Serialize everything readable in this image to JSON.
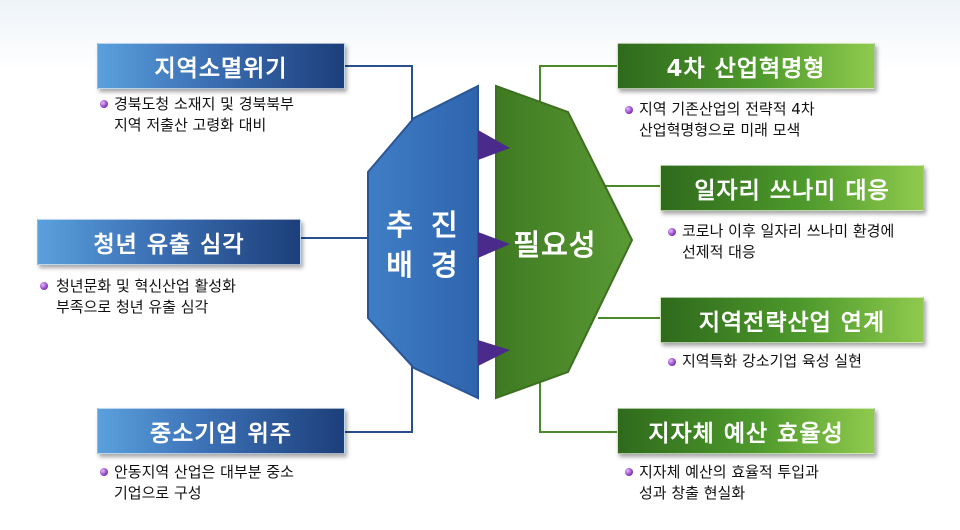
{
  "center": {
    "left_label_line1": "추 진",
    "left_label_line2": "배 경",
    "right_label": "필요성"
  },
  "left_items": [
    {
      "title": "지역소멸위기",
      "desc_line1": "경북도청 소재지 및 경북북부",
      "desc_line2": "지역 저출산 고령화 대비"
    },
    {
      "title": "청년 유출 심각",
      "desc_line1": "청년문화 및 혁신산업 활성화",
      "desc_line2": "부족으로 청년 유출 심각"
    },
    {
      "title": "중소기업 위주",
      "desc_line1": "안동지역 산업은 대부분 중소",
      "desc_line2": "기업으로 구성"
    }
  ],
  "right_items": [
    {
      "title": "4차 산업혁명형",
      "desc_line1": "지역 기존산업의 전략적 4차",
      "desc_line2": "산업혁명형으로 미래 모색"
    },
    {
      "title": "일자리 쓰나미 대응",
      "desc_line1": "코로나 이후 일자리 쓰나미 환경에",
      "desc_line2": "선제적 대응"
    },
    {
      "title": "지역전략산업 연계",
      "desc_line1": "지역특화 강소기업 육성 실현",
      "desc_line2": ""
    },
    {
      "title": "지자체 예산 효율성",
      "desc_line1": "지자체 예산의 효율적 투입과",
      "desc_line2": "성과 창출 현실화"
    }
  ],
  "colors": {
    "blue_dark": "#1d3f7a",
    "blue_hex": "#3b6fb4",
    "green_dark": "#2f6a1c",
    "green_hex": "#4e8a2a",
    "connector_blue": "#2a4f8f",
    "connector_green": "#4a8a2a",
    "bullet_purple": "#8a3fc0"
  }
}
